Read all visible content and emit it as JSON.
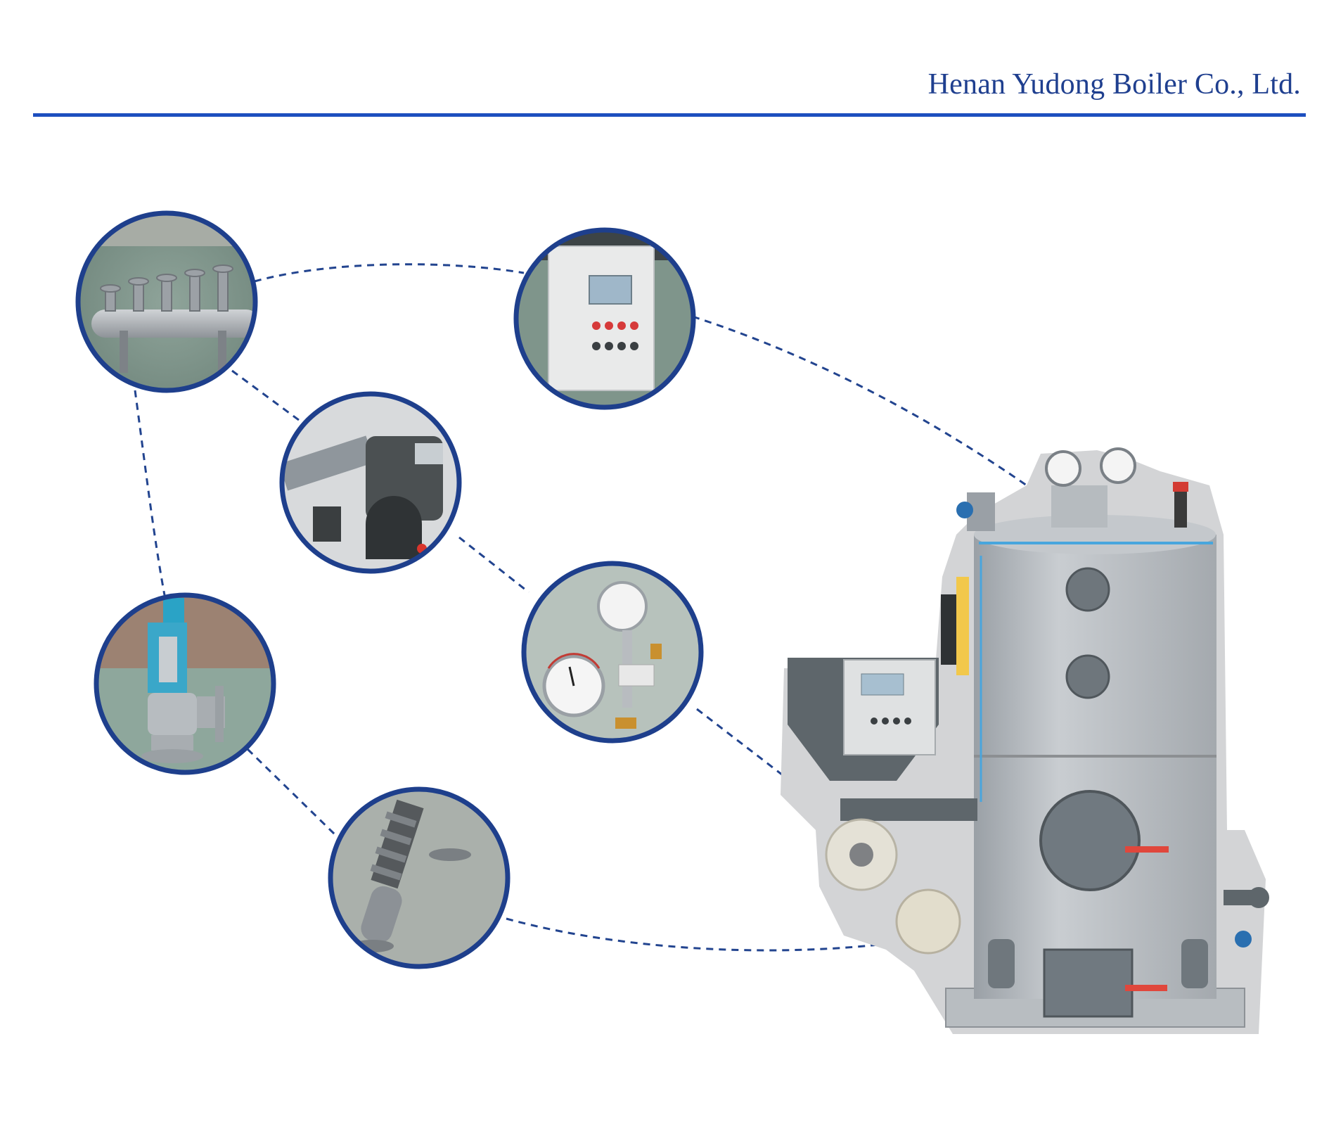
{
  "header": {
    "company_name": "Henan Yudong Boiler Co., Ltd."
  },
  "theme": {
    "accent": "#1d4fbf",
    "title_color": "#1f3f8f",
    "circle_border": "#1e3f8c",
    "connector": "#22448f"
  },
  "components": [
    {
      "id": "steam-header",
      "icon": "steam-distributor-photo"
    },
    {
      "id": "control-cabinet",
      "icon": "electric-control-cabinet-photo"
    },
    {
      "id": "burner",
      "icon": "burner-photo"
    },
    {
      "id": "pressure-gauges",
      "icon": "pressure-gauge-photo"
    },
    {
      "id": "safety-valve",
      "icon": "safety-valve-photo"
    },
    {
      "id": "water-level-gauge",
      "icon": "water-level-gauge-photo"
    }
  ],
  "product": {
    "icon": "vertical-steam-boiler-photo"
  }
}
